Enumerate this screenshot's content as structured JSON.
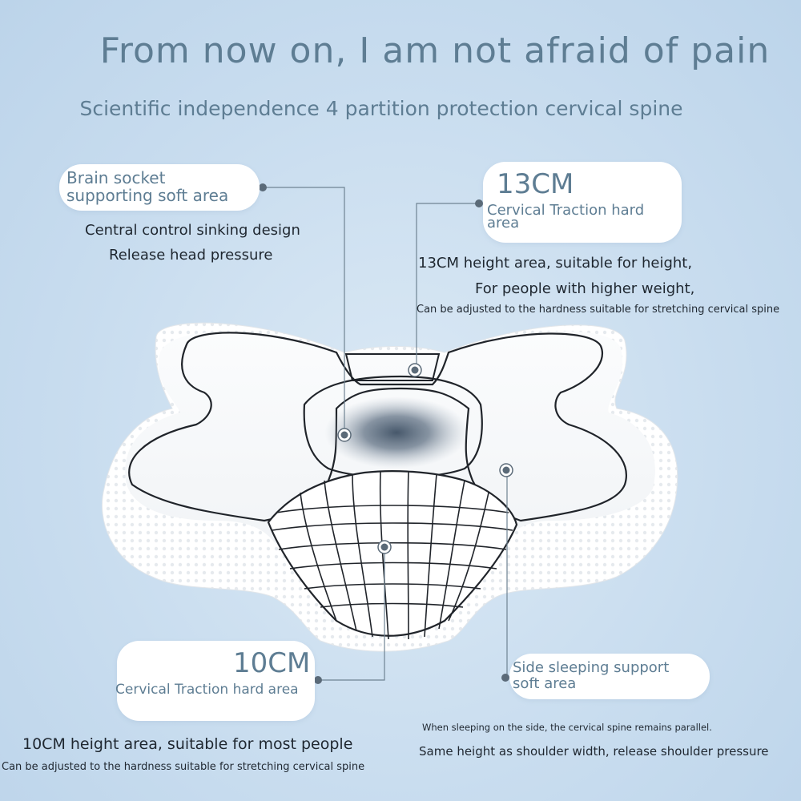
{
  "header": {
    "headline": "From now on, I am not afraid of pain",
    "subline": "Scientific independence 4 partition protection cervical spine"
  },
  "callouts": {
    "brain_socket": {
      "label_line1": "Brain socket",
      "label_line2": "supporting soft area",
      "desc_line1": "Central control sinking design",
      "desc_line2": "Release head pressure"
    },
    "cervical_13": {
      "height": "13CM",
      "label_line1": "Cervical Traction hard",
      "label_line2": "area",
      "desc_line1": "13CM height area, suitable for height,",
      "desc_line2": "For people with higher weight,",
      "desc_line3": "Can be adjusted to the hardness suitable for stretching cervical spine"
    },
    "cervical_10": {
      "height": "10CM",
      "label": "Cervical Traction hard area",
      "desc_line1": "10CM height area, suitable for most people",
      "desc_line2": "Can be adjusted to the hardness suitable for stretching cervical spine"
    },
    "side_sleeping": {
      "label_line1": "Side sleeping support",
      "label_line2": "soft area",
      "desc_line1": "When sleeping on the side, the cervical spine remains parallel.",
      "desc_line2": "Same height as shoulder width, release shoulder pressure"
    }
  },
  "colors": {
    "accent_text": "#5e7d93",
    "body_text": "#1f2730",
    "background": "#c9ddef"
  }
}
